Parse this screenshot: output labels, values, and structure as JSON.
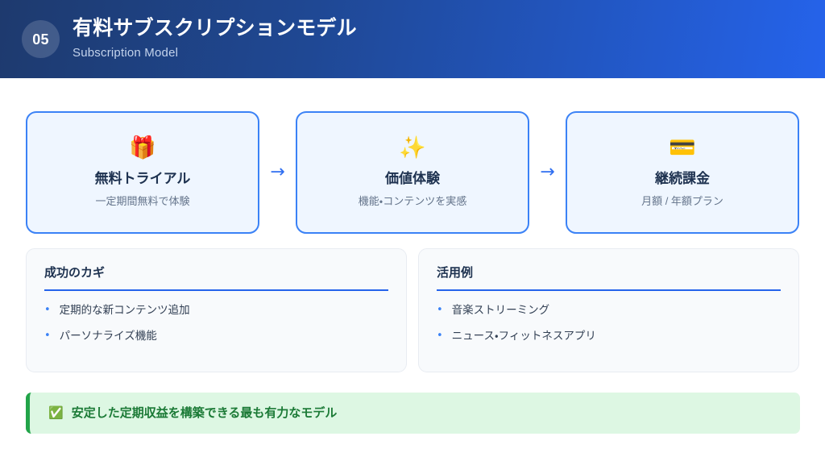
{
  "header": {
    "number": "05",
    "title": "有料サブスクリプションモデル",
    "subtitle": "Subscription Model",
    "gradient_from": "#1e3a6e",
    "gradient_to": "#2563eb"
  },
  "flow": {
    "arrow_glyph": "→",
    "accent_color": "#3b82f6",
    "cards": [
      {
        "icon": "🎁",
        "icon_name": "gift-emoji",
        "title": "無料トライアル",
        "desc": "一定期間無料で体験"
      },
      {
        "icon": "✨",
        "icon_name": "sparkles-emoji",
        "title": "価値体験",
        "desc": "機能・コンテンツを実感"
      },
      {
        "icon": "💳",
        "icon_name": "credit-card-emoji",
        "title": "継続課金",
        "desc": "月額 / 年額プラン"
      }
    ]
  },
  "panels": [
    {
      "title": "成功のカギ",
      "bullet_glyph": "•",
      "items": [
        "定期的な新コンテンツ追加",
        "パーソナライズ機能"
      ]
    },
    {
      "title": "活用例",
      "bullet_glyph": "•",
      "items": [
        "音楽ストリーミング",
        "ニュース・フィットネスアプリ"
      ]
    }
  ],
  "banner": {
    "icon": "✅",
    "icon_name": "check-mark-button-emoji",
    "text": "安定した定期収益を構築できる最も有力なモデル",
    "accent_color": "#22a449",
    "background_color": "#ddf7e3"
  }
}
